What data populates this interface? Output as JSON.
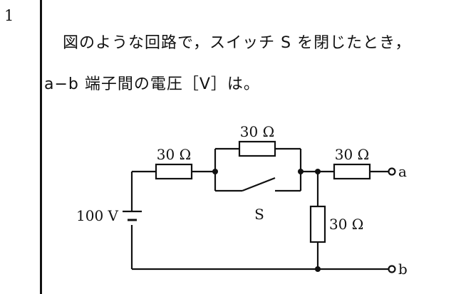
{
  "question": {
    "number": "1",
    "line1": "図のような回路で，スイッチ S を閉じたとき，",
    "line2": "a−b 端子間の電圧［V］は。"
  },
  "circuit": {
    "r_series_left": "30 Ω",
    "r_parallel_top": "30 Ω",
    "r_output_series": "30 Ω",
    "r_shunt": "30 Ω",
    "source": "100 V",
    "switch": "S",
    "terminal_a": "a",
    "terminal_b": "b"
  }
}
